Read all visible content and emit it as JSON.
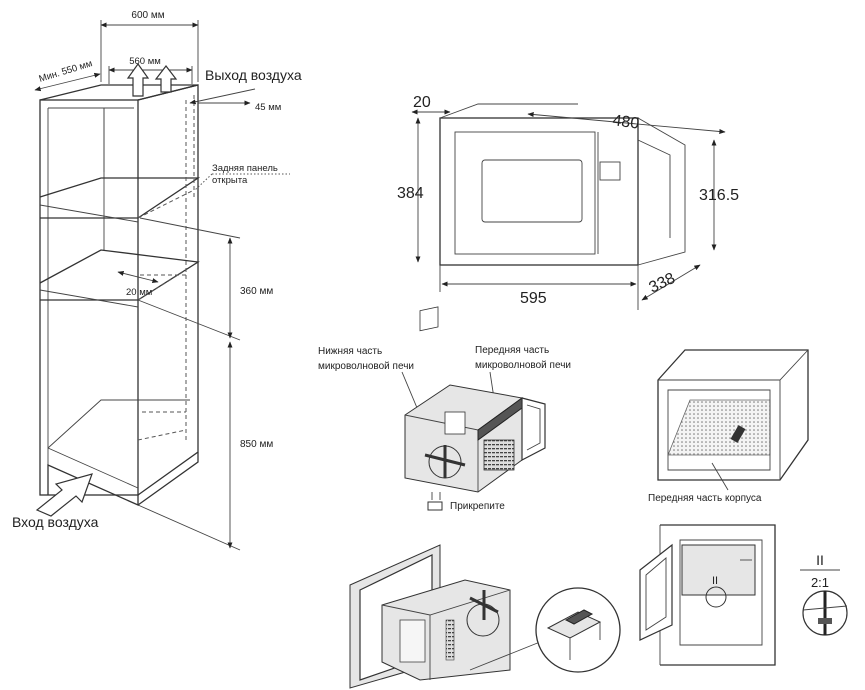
{
  "cabinet": {
    "dim_width_outer": "600 мм",
    "dim_width_inner": "560 мм",
    "dim_min_depth": "Мин. 550 мм",
    "dim_gap_back": "45 мм",
    "dim_gap_shelf": "20 мм",
    "dim_opening_height": "360 мм",
    "dim_base_height": "850 мм",
    "label_air_out": "Выход воздуха",
    "label_air_in": "Вход воздуха",
    "label_back_panel_line1": "Задняя панель",
    "label_back_panel_line2": "открыта"
  },
  "oven": {
    "dim_trim": "20",
    "dim_depth_top": "480",
    "dim_height_front": "384",
    "dim_height_body": "316.5",
    "dim_width": "595",
    "dim_depth_side": "338"
  },
  "assembly": {
    "label_bottom_line1": "Нижняя часть",
    "label_bottom_line2": "микроволновой печи",
    "label_front_line1": "Передняя часть",
    "label_front_line2": "микроволновой печи",
    "label_attach": "Прикрепите",
    "label_housing_front": "Передняя часть корпуса",
    "label_step_ii": "II",
    "label_detail_ii": "II",
    "label_detail_scale": "2:1"
  }
}
